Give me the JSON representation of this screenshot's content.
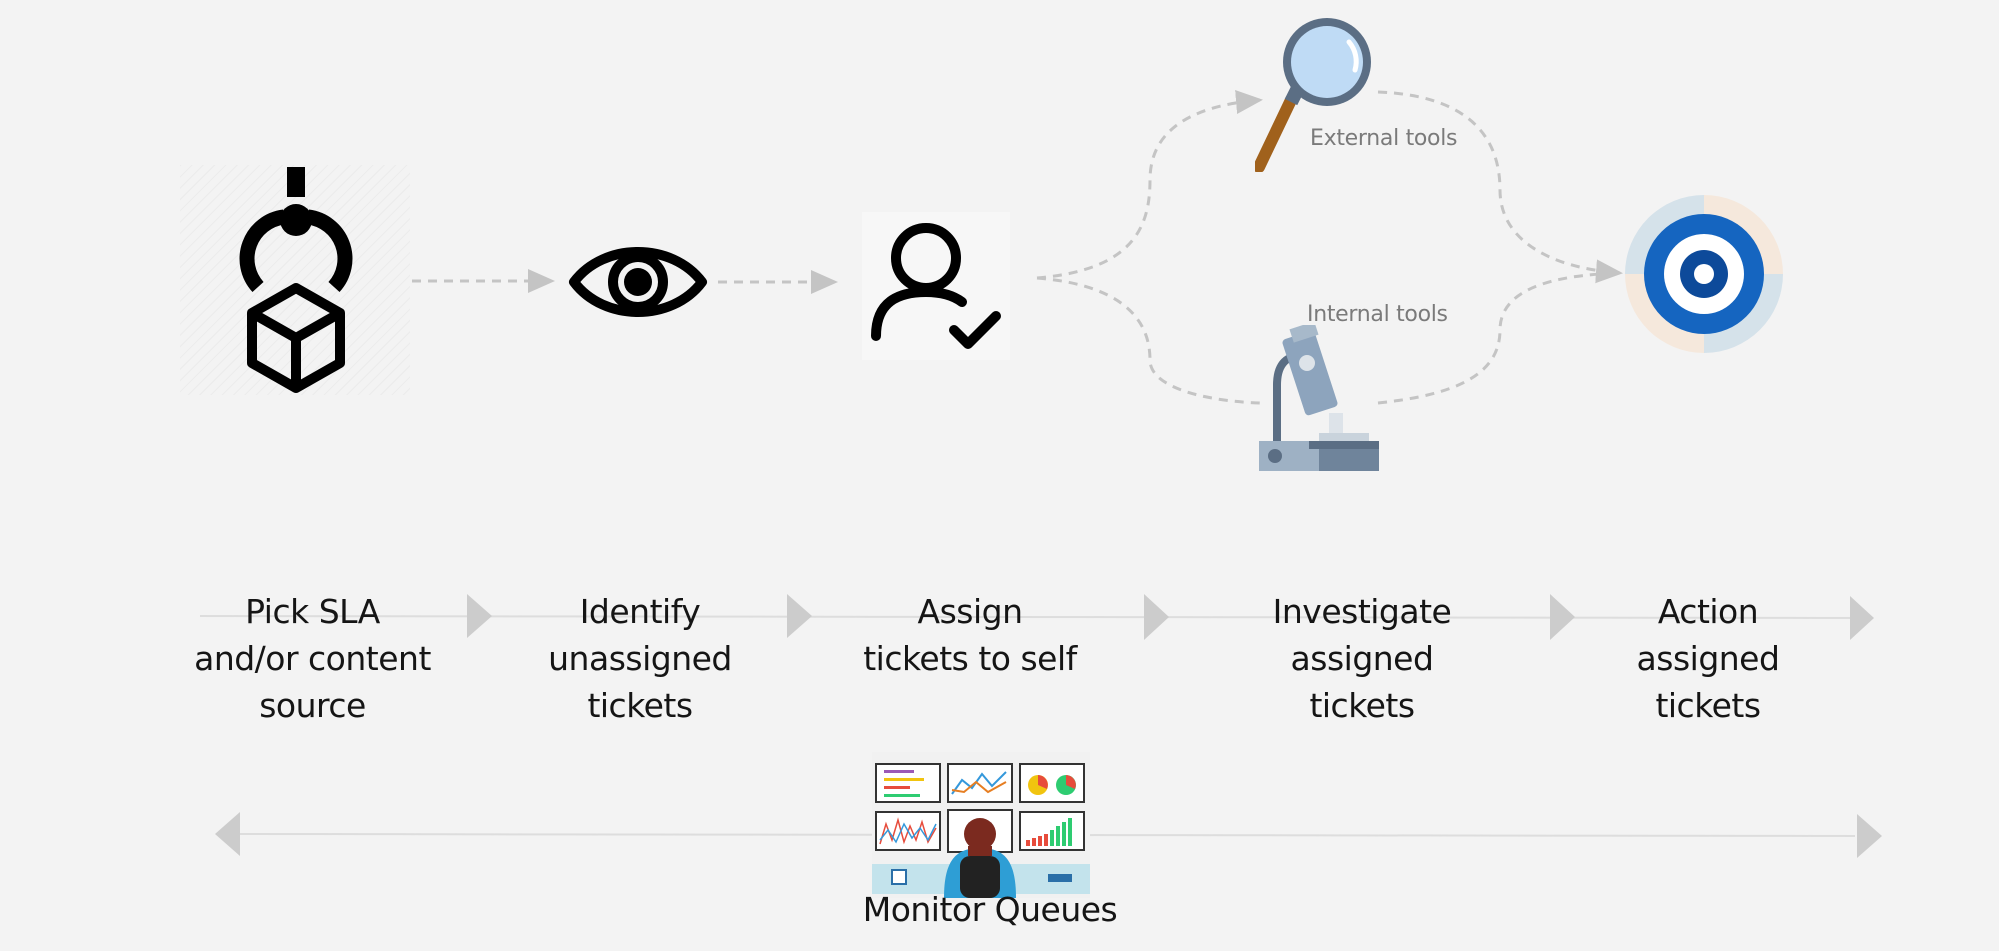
{
  "steps": [
    {
      "label": "Pick SLA\nand/or content\nsource",
      "icon": "claw-package-icon"
    },
    {
      "label": "Identify\nunassigned\ntickets",
      "icon": "eye-icon"
    },
    {
      "label": "Assign\ntickets to self",
      "icon": "user-check-icon"
    },
    {
      "label": "Investigate\nassigned\ntickets",
      "icon": "magnifier-microscope-icons"
    },
    {
      "label": "Action\nassigned\ntickets",
      "icon": "target-icon"
    }
  ],
  "tools": {
    "external": "External tools",
    "internal": "Internal tools"
  },
  "monitor": {
    "label": "Monitor Queues",
    "icon": "monitoring-operator-icon"
  },
  "colors": {
    "background": "#f3f3f3",
    "connector": "#c4c4c4",
    "target_blue": "#1565c0",
    "magnifier_lens": "#bfdbf5",
    "microscope": "#8da4bd"
  }
}
